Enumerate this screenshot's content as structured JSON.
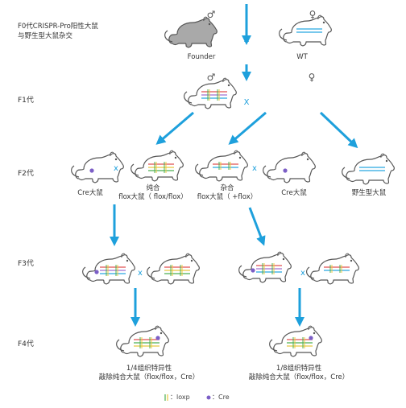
{
  "colors": {
    "arrow": "#1ea0dc",
    "outline": "#555555",
    "founder_fill": "#a9a9a9",
    "red": "#e05050",
    "green": "#4caf50",
    "cyan": "#28a8e0",
    "purple": "#a070d0",
    "yellow": "#e8c840",
    "cre_dot": "#7b5ec6"
  },
  "header": {
    "line1": "F0代CRISPR-Pro阳性大鼠",
    "line2": "与野生型大鼠杂交"
  },
  "generations": {
    "f1": "F1代",
    "f2": "F2代",
    "f3": "F3代",
    "f4": "F4代"
  },
  "symbols": {
    "male": "♂",
    "female": "♀",
    "cross": "X",
    "cross_small": "x"
  },
  "labels": {
    "founder": "Founder",
    "wt": "WT",
    "cre_rat": "Cre大鼠",
    "homo_line1": "纯合",
    "homo_line2": "flox大鼠（ flox/flox）",
    "hetero_line1": "杂合",
    "hetero_line2": "flox大鼠（ +flox）",
    "cre_rat2": "Cre大鼠",
    "wild_rat": "野生型大鼠",
    "f4_left_line1": "1/4组织特异性",
    "f4_left_line2": "敲除纯合大鼠（flox/flox，Cre）",
    "f4_right_line1": "1/8组织特异性",
    "f4_right_line2": "敲除纯合大鼠（flox/flox，Cre）"
  },
  "legend": {
    "loxp": "：loxp",
    "cre": "：Cre"
  }
}
